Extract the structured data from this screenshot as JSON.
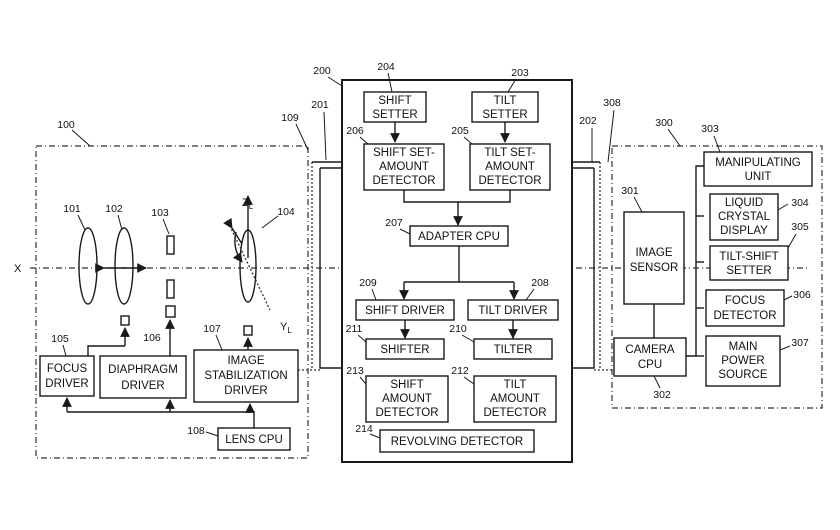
{
  "axis": {
    "x": "X",
    "zl": "Z",
    "zl_sub": "L",
    "yl": "Y",
    "yl_sub": "L"
  },
  "lens_unit": {
    "ref": "100",
    "elements": {
      "lens_101": "101",
      "lens_102": "102",
      "diaphragm_103": "103",
      "lens_104": "104"
    },
    "blocks": {
      "focus_driver": {
        "ref": "105",
        "lines": [
          "FOCUS",
          "DRIVER"
        ]
      },
      "diaphragm_driver": {
        "ref": "106",
        "lines": [
          "DIAPHRAGM",
          "DRIVER"
        ]
      },
      "image_stabilization_driver": {
        "ref": "107",
        "lines": [
          "IMAGE",
          "STABILIZATION",
          "DRIVER"
        ]
      },
      "lens_cpu": {
        "ref": "108",
        "lines": [
          "LENS CPU"
        ]
      }
    },
    "mount_ref": "109"
  },
  "adapter_unit": {
    "ref": "200",
    "mount_lens_ref": "201",
    "mount_camera_ref": "202",
    "blocks": {
      "shift_setter": {
        "ref": "204",
        "lines": [
          "SHIFT",
          "SETTER"
        ]
      },
      "tilt_setter": {
        "ref": "203",
        "lines": [
          "TILT",
          "SETTER"
        ]
      },
      "shift_set_amount_detector": {
        "ref": "206",
        "lines": [
          "SHIFT SET-",
          "AMOUNT",
          "DETECTOR"
        ]
      },
      "tilt_set_amount_detector": {
        "ref": "205",
        "lines": [
          "TILT SET-",
          "AMOUNT",
          "DETECTOR"
        ]
      },
      "adapter_cpu": {
        "ref": "207",
        "lines": [
          "ADAPTER CPU"
        ]
      },
      "shift_driver": {
        "ref": "209",
        "lines": [
          "SHIFT DRIVER"
        ]
      },
      "tilt_driver": {
        "ref": "208",
        "lines": [
          "TILT DRIVER"
        ]
      },
      "shifter": {
        "ref": "211",
        "lines": [
          "SHIFTER"
        ]
      },
      "tilter": {
        "ref": "210",
        "lines": [
          "TILTER"
        ]
      },
      "shift_amount_detector": {
        "ref": "213",
        "lines": [
          "SHIFT",
          "AMOUNT",
          "DETECTOR"
        ]
      },
      "tilt_amount_detector": {
        "ref": "212",
        "lines": [
          "TILT",
          "AMOUNT",
          "DETECTOR"
        ]
      },
      "revolving_detector": {
        "ref": "214",
        "lines": [
          "REVOLVING DETECTOR"
        ]
      }
    }
  },
  "camera_unit": {
    "ref": "300",
    "mount_ref": "308",
    "blocks": {
      "image_sensor": {
        "ref": "301",
        "lines": [
          "IMAGE",
          "SENSOR"
        ]
      },
      "camera_cpu": {
        "ref": "302",
        "lines": [
          "CAMERA",
          "CPU"
        ]
      },
      "manipulating_unit": {
        "ref": "303",
        "lines": [
          "MANIPULATING",
          "UNIT"
        ]
      },
      "lcd": {
        "ref": "304",
        "lines": [
          "LIQUID",
          "CRYSTAL",
          "DISPLAY"
        ]
      },
      "tilt_shift_setter": {
        "ref": "305",
        "lines": [
          "TILT-SHIFT",
          "SETTER"
        ]
      },
      "focus_detector": {
        "ref": "306",
        "lines": [
          "FOCUS",
          "DETECTOR"
        ]
      },
      "main_power_source": {
        "ref": "307",
        "lines": [
          "MAIN",
          "POWER",
          "SOURCE"
        ]
      }
    }
  }
}
